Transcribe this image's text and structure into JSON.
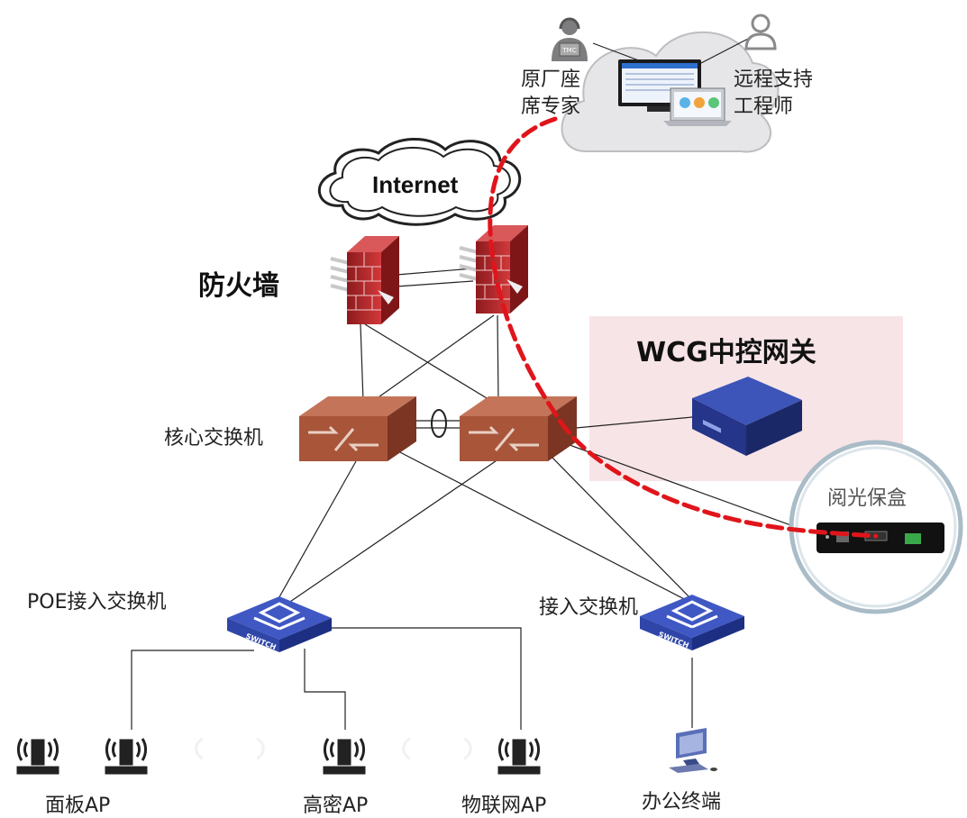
{
  "labels": {
    "expert_line1": "原厂座",
    "expert_line2": "席专家",
    "remote_line1": "远程支持",
    "remote_line2": "工程师",
    "internet": "Internet",
    "firewall": "防火墙",
    "wcg": "WCG中控网关",
    "core_switch": "核心交换机",
    "yueguang": "阅光保盒",
    "poe_switch": "POE接入交换机",
    "access_switch": "接入交换机",
    "panel_ap": "面板AP",
    "dense_ap": "高密AP",
    "iot_ap": "物联网AP",
    "office_terminal": "办公终端",
    "switch_text": "SWITCH"
  },
  "colors": {
    "firewall_red": "#b8262a",
    "core_switch_brown": "#a8553a",
    "access_switch_blue": "#2f46a8",
    "wcg_blue": "#24358a",
    "remote_link_red": "#e0151b",
    "wcg_panel_bg": "#f7e4e6",
    "cloud_gray": "#e6e6e8"
  },
  "icons": [
    "headset-expert-icon",
    "user-icon",
    "monitor-icon",
    "laptop-icon",
    "firewall-icon",
    "core-switch-icon",
    "poe-switch-icon",
    "access-switch-icon",
    "wcg-gateway-icon",
    "yueguang-box-icon",
    "wireless-ap-icon",
    "pc-terminal-icon"
  ]
}
